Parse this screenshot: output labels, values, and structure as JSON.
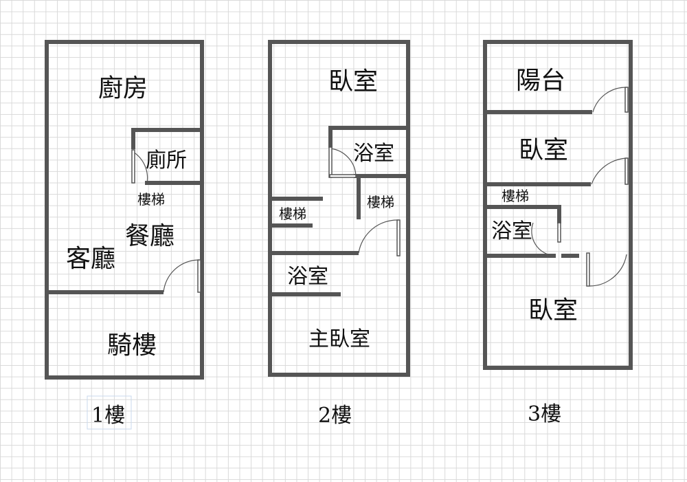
{
  "floors": [
    {
      "label": "1樓",
      "rooms": {
        "kitchen": "廚房",
        "toilet": "廁所",
        "stairs": "樓梯",
        "dining": "餐廳",
        "living": "客廳",
        "arcade": "騎樓"
      }
    },
    {
      "label": "2樓",
      "rooms": {
        "bedroom": "臥室",
        "bath_upper": "浴室",
        "stairs_right": "樓梯",
        "stairs_left": "樓梯",
        "bath_lower": "浴室",
        "master_bedroom": "主臥室"
      }
    },
    {
      "label": "3樓",
      "rooms": {
        "balcony": "陽台",
        "bedroom_upper": "臥室",
        "stairs": "樓梯",
        "bath": "浴室",
        "bedroom_lower": "臥室"
      }
    }
  ]
}
